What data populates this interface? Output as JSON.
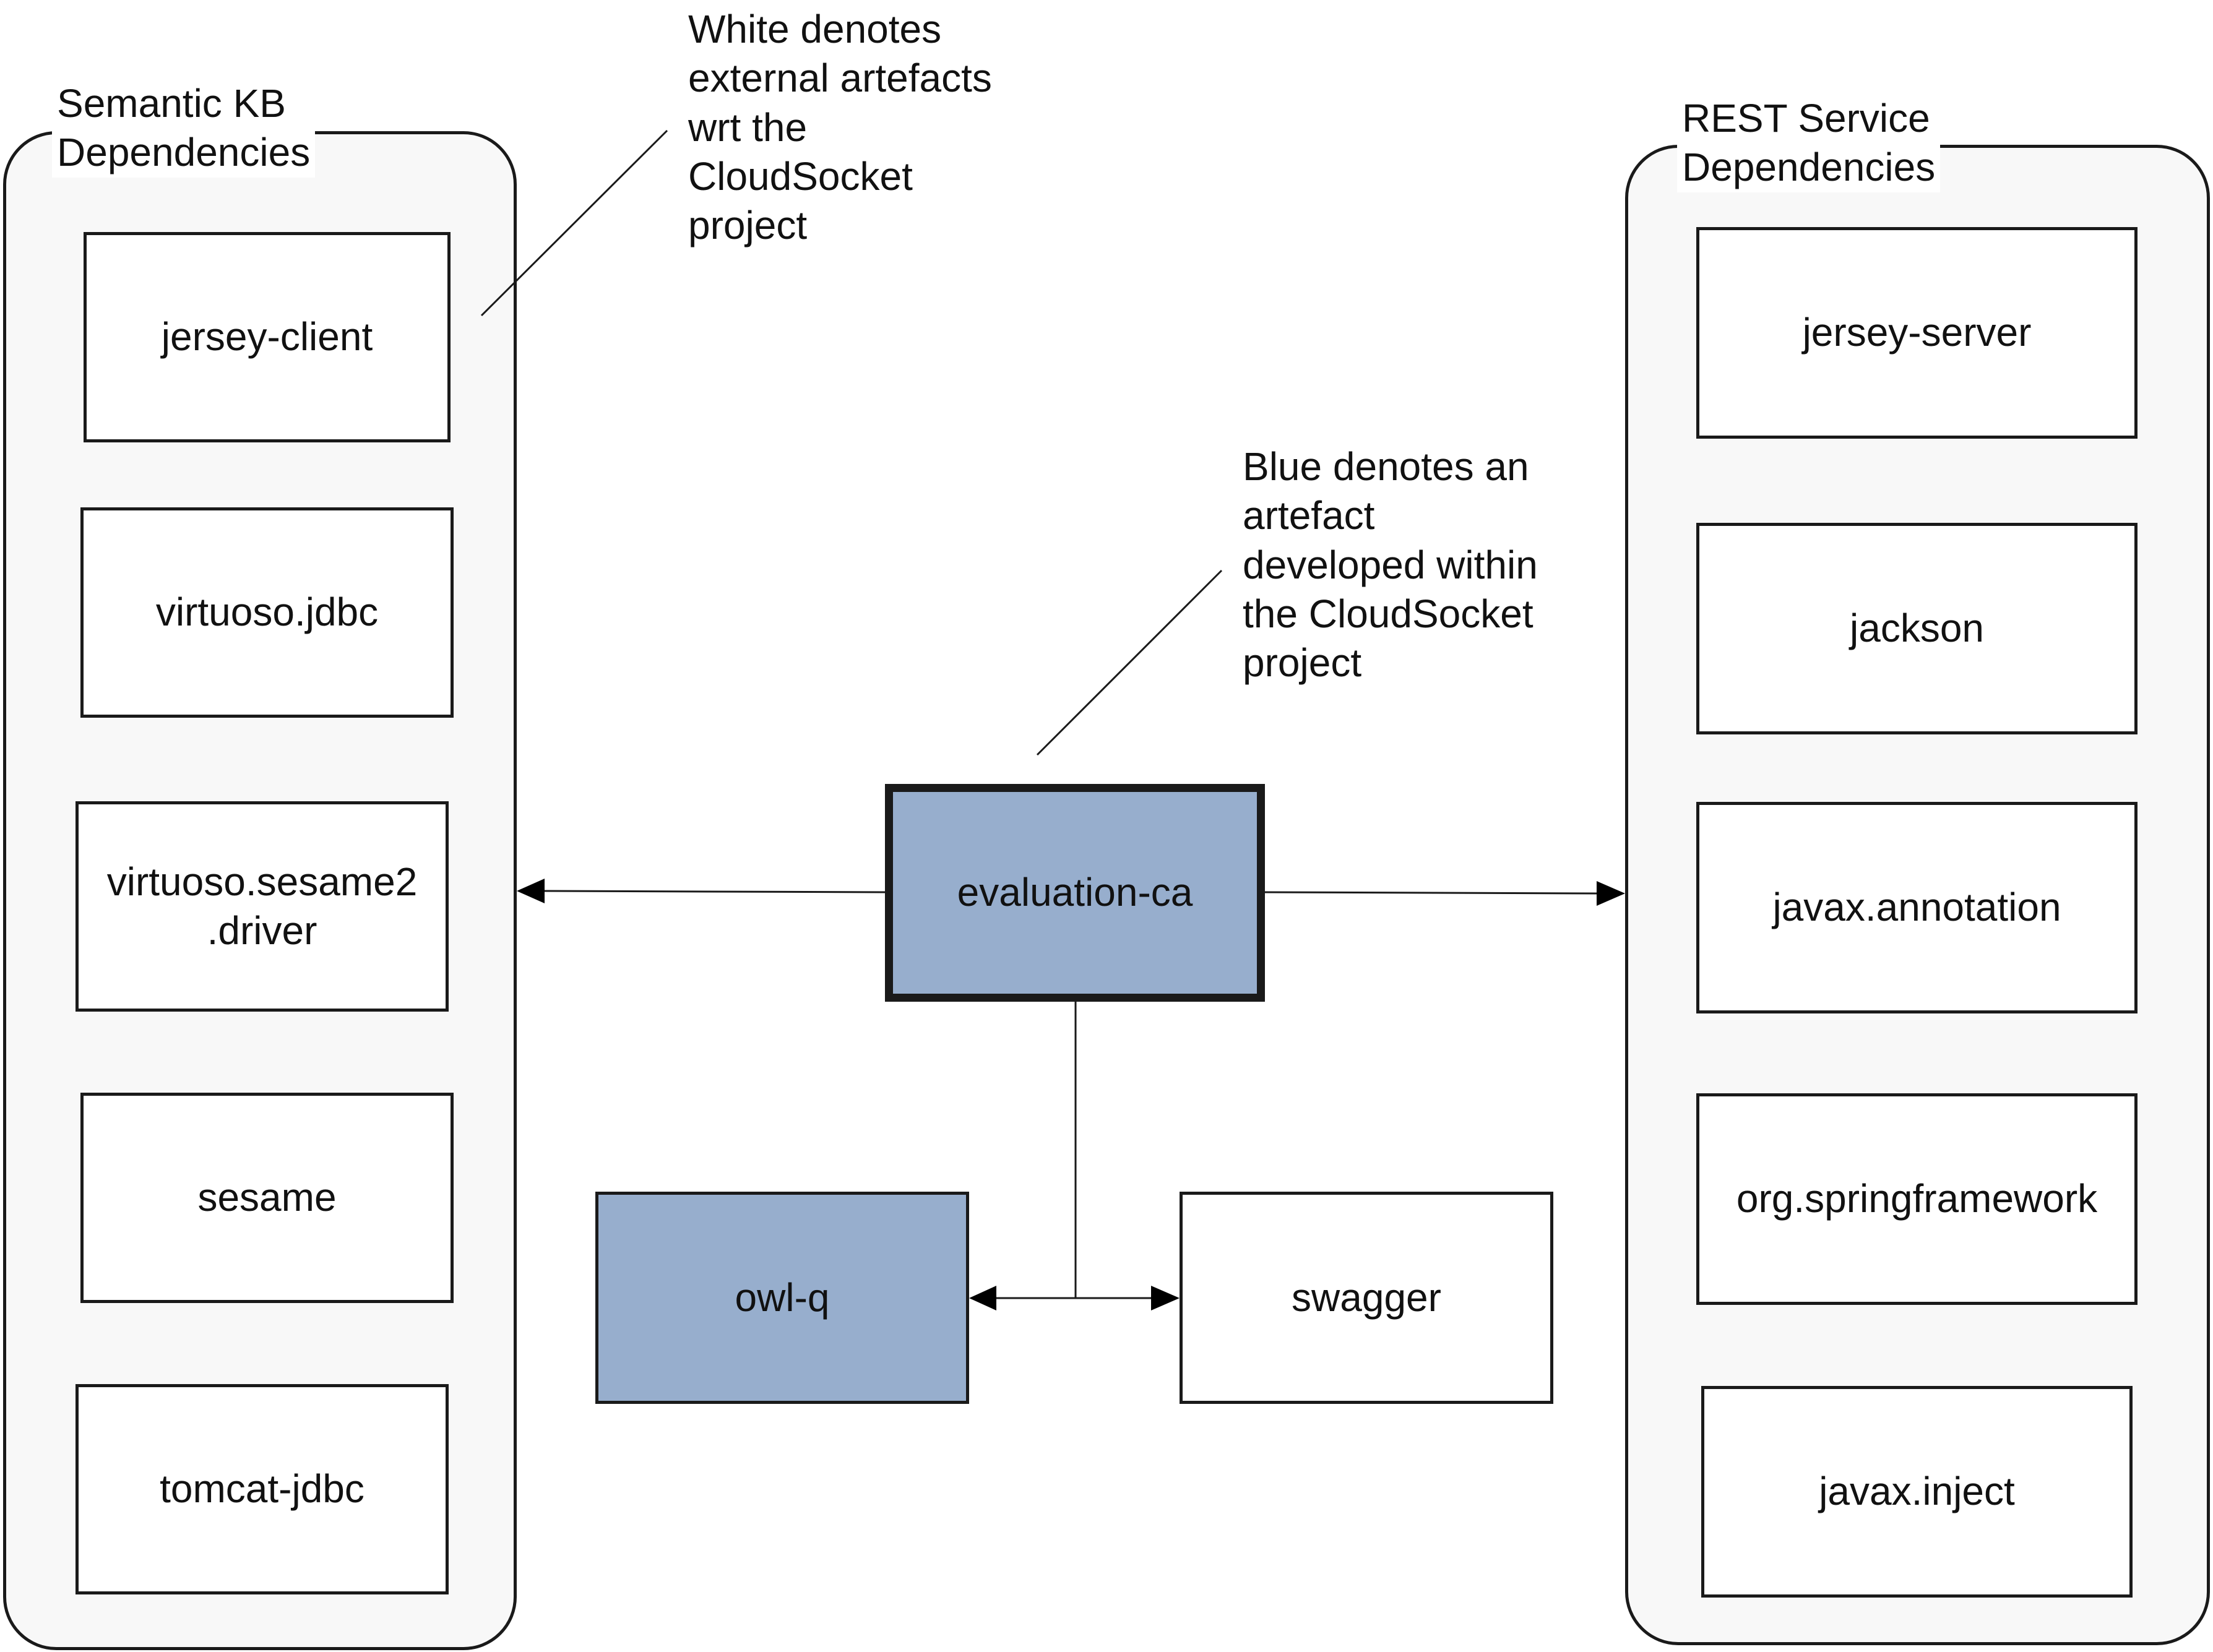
{
  "colors": {
    "internal": "#97aecd",
    "external": "#ffffff",
    "group_fill": "#f8f8f8",
    "stroke": "#1a1a1a"
  },
  "groups": {
    "semantic_kb": {
      "label": "Semantic KB\nDependencies"
    },
    "rest_service": {
      "label": "REST Service\nDependencies"
    }
  },
  "nodes": {
    "jersey_client": "jersey-client",
    "virtuoso_jdbc": "virtuoso.jdbc",
    "virtuoso_sesame2_driver": "virtuoso.sesame2\n.driver",
    "sesame": "sesame",
    "tomcat_jdbc": "tomcat-jdbc",
    "evaluation_ca": "evaluation-ca",
    "owl_q": "owl-q",
    "swagger": "swagger",
    "jersey_server": "jersey-server",
    "jackson": "jackson",
    "javax_annotation": "javax.annotation",
    "org_springframework": "org.springframework",
    "javax_inject": "javax.inject"
  },
  "notes": {
    "white": "White denotes\nexternal artefacts\nwrt the\nCloudSocket\nproject",
    "blue": "Blue denotes an\nartefact\ndeveloped within\nthe CloudSocket\nproject"
  }
}
